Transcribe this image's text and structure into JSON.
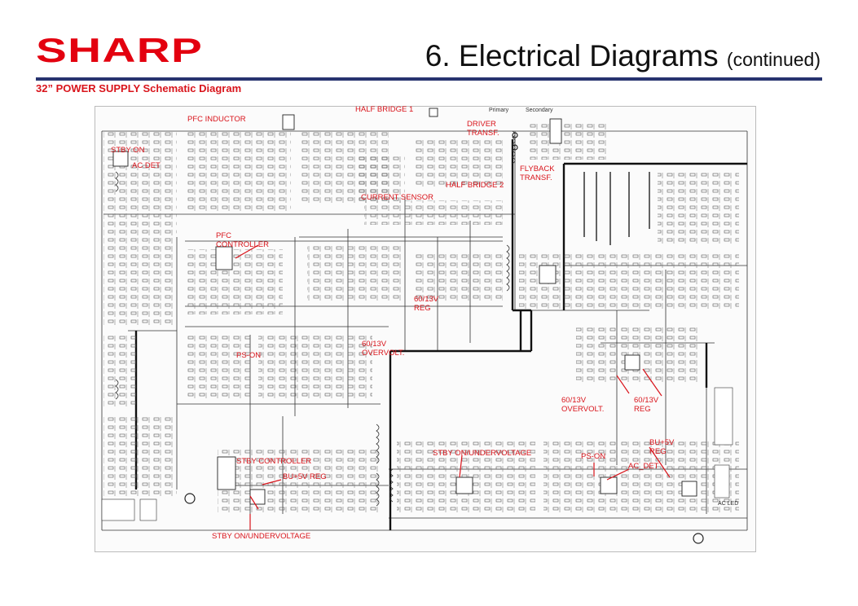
{
  "brand": {
    "logo_text": "SHARP",
    "color": "#e3000f"
  },
  "header": {
    "title": "6. Electrical Diagrams",
    "title_suffix": "(continued)",
    "subtitle": "32” POWER SUPPLY Schematic Diagram",
    "rule_color": "#27336f"
  },
  "schematic": {
    "primary_label": "Primary",
    "secondary_label": "Secondary",
    "connector_label": "AC LED",
    "annotation_color": "#d9141b",
    "annotations": {
      "half_bridge_1": "HALF BRIDGE 1",
      "pfc_inductor": "PFC INDUCTOR",
      "driver_transf": "DRIVER\nTRANSF.",
      "stby_on": "STBY ON",
      "ac_det_left": "AC DET",
      "flyback_transf": "FLYBACK\nTRANSF.",
      "half_bridge_2": "HALF BRIDGE 2",
      "current_sensor": "CURRENT SENSOR",
      "pfc_controller": "PFC\nCONTROLLER",
      "reg_60_13v": "60/13V\nREG",
      "overvolt_60_13v": "60/13V\nOVERVOLT.",
      "ps_on_left": "PS-ON",
      "overvolt_60_13v_right": "60/13V\nOVERVOLT.",
      "reg_60_13v_right": "60/13V\nREG",
      "bu5v_reg_right": "BU+5V\nREG",
      "stby_on_undervoltage_mid": "STBY ON/UNDERVOLTAGE",
      "ps_on_right": "PS-ON",
      "ac_det_right": "AC_DET",
      "stby_controller": "STBY CONTROLLER",
      "bu5v_reg_left": "BU+5V REG",
      "stby_on_undervoltage_bottom": "STBY ON/UNDERVOLTAGE"
    }
  }
}
